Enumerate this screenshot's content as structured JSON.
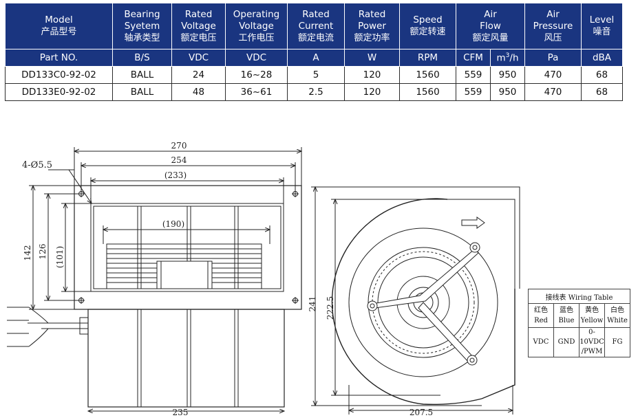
{
  "spec_table": {
    "headers": [
      {
        "en": "Model",
        "zh": "产品型号"
      },
      {
        "en": "Bearing\nSyetem",
        "zh": "轴承类型"
      },
      {
        "en": "Rated\nVoltage",
        "zh": "额定电压"
      },
      {
        "en": "Operating\nVoltage",
        "zh": "工作电压"
      },
      {
        "en": "Rated\nCurrent",
        "zh": "额定电流"
      },
      {
        "en": "Rated\nPower",
        "zh": "额定功率"
      },
      {
        "en": "Speed",
        "zh": "额定转速"
      },
      {
        "en": "Air\nFlow",
        "zh": "额定风量"
      },
      {
        "en": "Air\nPressure",
        "zh": "风压"
      },
      {
        "en": "Level",
        "zh": "噪音"
      }
    ],
    "units": [
      "Part NO.",
      "B/S",
      "VDC",
      "VDC",
      "A",
      "W",
      "RPM",
      "CFM",
      "m",
      "3",
      "/h",
      "Pa",
      "dBA"
    ],
    "rows": [
      [
        "DD133C0-92-02",
        "BALL",
        "24",
        "16~28",
        "5",
        "120",
        "1560",
        "559",
        "950",
        "470",
        "68"
      ],
      [
        "DD133E0-92-02",
        "BALL",
        "48",
        "36~61",
        "2.5",
        "120",
        "1560",
        "559",
        "950",
        "470",
        "68"
      ]
    ]
  },
  "drawing": {
    "front_view": {
      "hole_note": "4-Ø5.5",
      "dim_overall_width": "270",
      "dim_hole_spacing": "254",
      "dim_opening": "(233)",
      "dim_inner": "(190)",
      "dim_height": "142",
      "dim_hole_height": "126",
      "dim_opening_height": "(101)",
      "dim_body_width": "235"
    },
    "side_view": {
      "dim_height": "241",
      "dim_inner_height": "222.5",
      "dim_depth": "207.5"
    }
  },
  "wiring_table": {
    "title": "接线表 Wiring Table",
    "colors": [
      "红色\nRed",
      "蓝色\nBlue",
      "黄色\nYellow",
      "白色\nWhite"
    ],
    "functions": [
      "VDC",
      "GND",
      "0-10VDC\n/PWM",
      "FG"
    ]
  }
}
